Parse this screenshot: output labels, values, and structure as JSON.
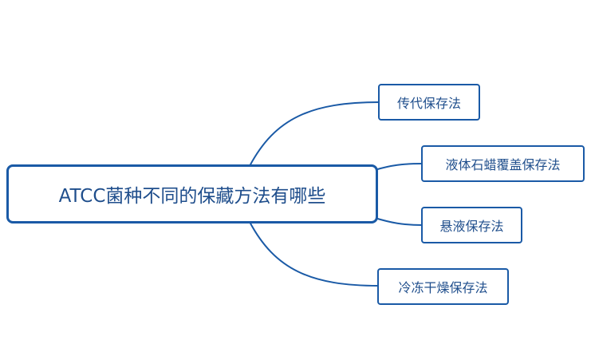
{
  "mindmap": {
    "root": {
      "label": "ATCC菌种不同的保藏方法有哪些"
    },
    "branches": [
      {
        "label": "传代保存法"
      },
      {
        "label": "液体石蜡覆盖保存法"
      },
      {
        "label": "悬液保存法"
      },
      {
        "label": "冷冻干燥保存法"
      }
    ]
  },
  "colors": {
    "border": "#1a5aa6",
    "text": "#1f4e8c",
    "background": "#ffffff"
  }
}
